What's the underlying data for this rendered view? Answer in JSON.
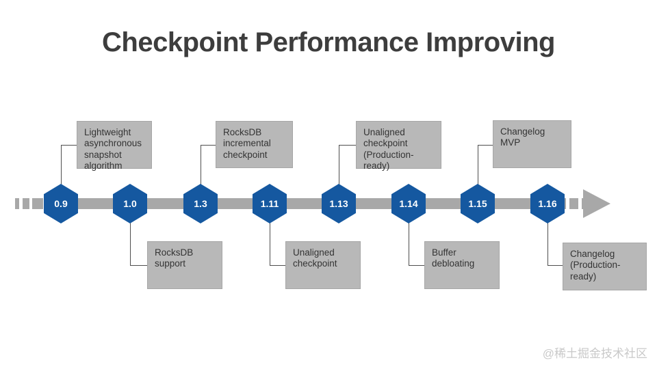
{
  "title": "Checkpoint Performance Improving",
  "watermark": "@稀土掘金技术社区",
  "timeline": {
    "direction": "left-to-right-arrow",
    "milestones": [
      {
        "version": "0.9",
        "side": "top",
        "label": "Lightweight\nasynchronous\nsnapshot\nalgorithm"
      },
      {
        "version": "1.0",
        "side": "bottom",
        "label": "RocksDB\nsupport"
      },
      {
        "version": "1.3",
        "side": "top",
        "label": "RocksDB\nincremental\ncheckpoint"
      },
      {
        "version": "1.11",
        "side": "bottom",
        "label": "Unaligned\ncheckpoint"
      },
      {
        "version": "1.13",
        "side": "top",
        "label": "Unaligned\ncheckpoint\n(Production-ready)"
      },
      {
        "version": "1.14",
        "side": "bottom",
        "label": "Buffer\ndebloating"
      },
      {
        "version": "1.15",
        "side": "top",
        "label": "Changelog\nMVP"
      },
      {
        "version": "1.16",
        "side": "bottom",
        "label": "Changelog\n(Production-ready)"
      }
    ]
  },
  "colors": {
    "hexagon_blue": "#1558a0",
    "timeline_gray": "#a8a8a8",
    "box_gray": "#b8b8b8",
    "title_color": "#3d3d3d",
    "connector_gray": "#4d4d4d",
    "watermark_gray": "#c9c9c9"
  }
}
